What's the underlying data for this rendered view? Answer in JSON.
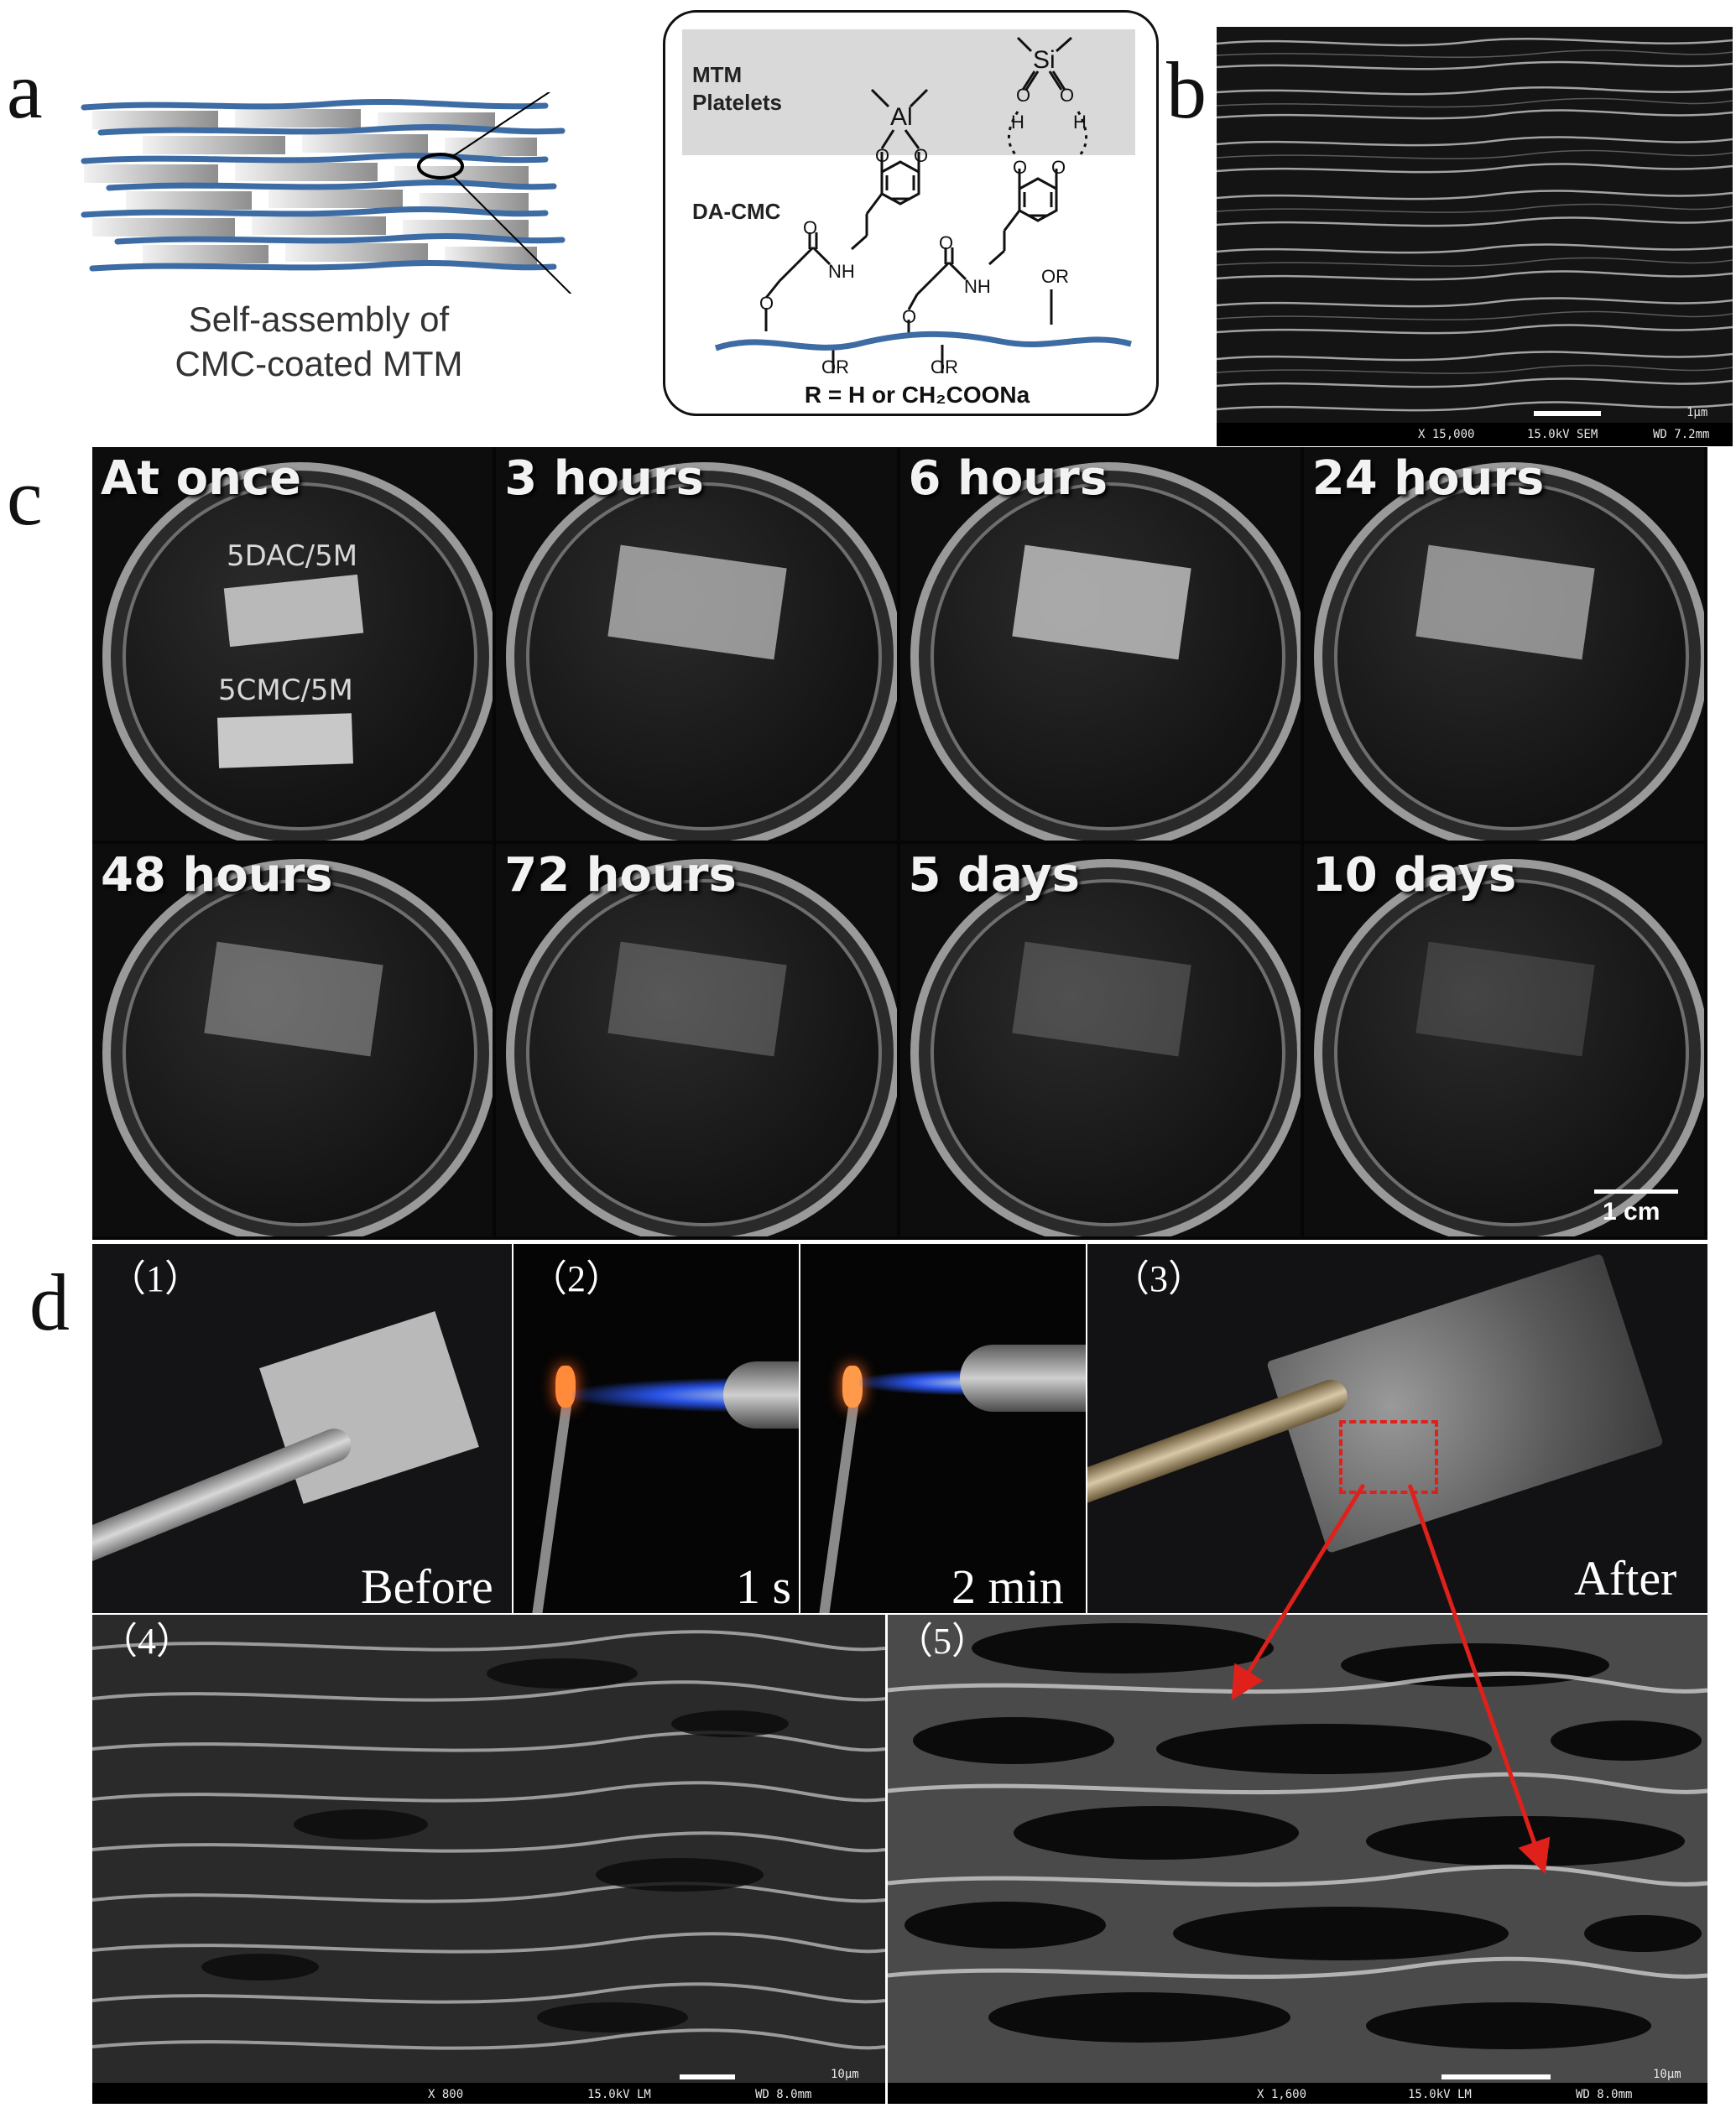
{
  "panels": {
    "a": {
      "letter": "a",
      "caption_line1": "Self-assembly of",
      "caption_line2": "CMC-coated MTM",
      "inset": {
        "platelets_line1": "MTM",
        "platelets_line2": "Platelets",
        "polymer_label": "DA-CMC",
        "al_label": "Al",
        "si_label": "Si",
        "oxygen": "O",
        "hydrogen": "H",
        "nh": "NH",
        "or": "OR",
        "r_definition": "R = H or CH₂COONa"
      },
      "colors": {
        "polymer_blue": "#3d6ba3",
        "platelet_gray": "#bdbdbd"
      }
    },
    "b": {
      "letter": "b",
      "sem_meta_left": "X 15,000",
      "sem_meta_mid": "15.0kV SEM",
      "sem_meta_right": "WD 7.2mm",
      "scale_text": "1μm"
    },
    "c": {
      "letter": "c",
      "dishes": [
        {
          "time": "At once"
        },
        {
          "time": "3 hours"
        },
        {
          "time": "6 hours"
        },
        {
          "time": "24 hours"
        },
        {
          "time": "48 hours"
        },
        {
          "time": "72 hours"
        },
        {
          "time": "5 days"
        },
        {
          "time": "10 days"
        }
      ],
      "sample_top": "5DAC/5M",
      "sample_bottom": "5CMC/5M",
      "scale_bar": "1 cm"
    },
    "d": {
      "letter": "d",
      "sub1": {
        "number": "（1）",
        "label": "Before"
      },
      "sub2": {
        "number": "（2）",
        "label_a": "1 s",
        "label_b": "2 min"
      },
      "sub3": {
        "number": "（3）",
        "label": "After"
      },
      "sub4": {
        "number": "（4）",
        "meta_left": "X 800",
        "meta_mid": "15.0kV LM",
        "meta_right": "WD 8.0mm",
        "scale_text": "10μm"
      },
      "sub5": {
        "number": "（5）",
        "meta_left": "X 1,600",
        "meta_mid": "15.0kV LM",
        "meta_right": "WD 8.0mm",
        "scale_text": "10μm"
      },
      "colors": {
        "arrow_red": "#e0201b"
      }
    }
  }
}
